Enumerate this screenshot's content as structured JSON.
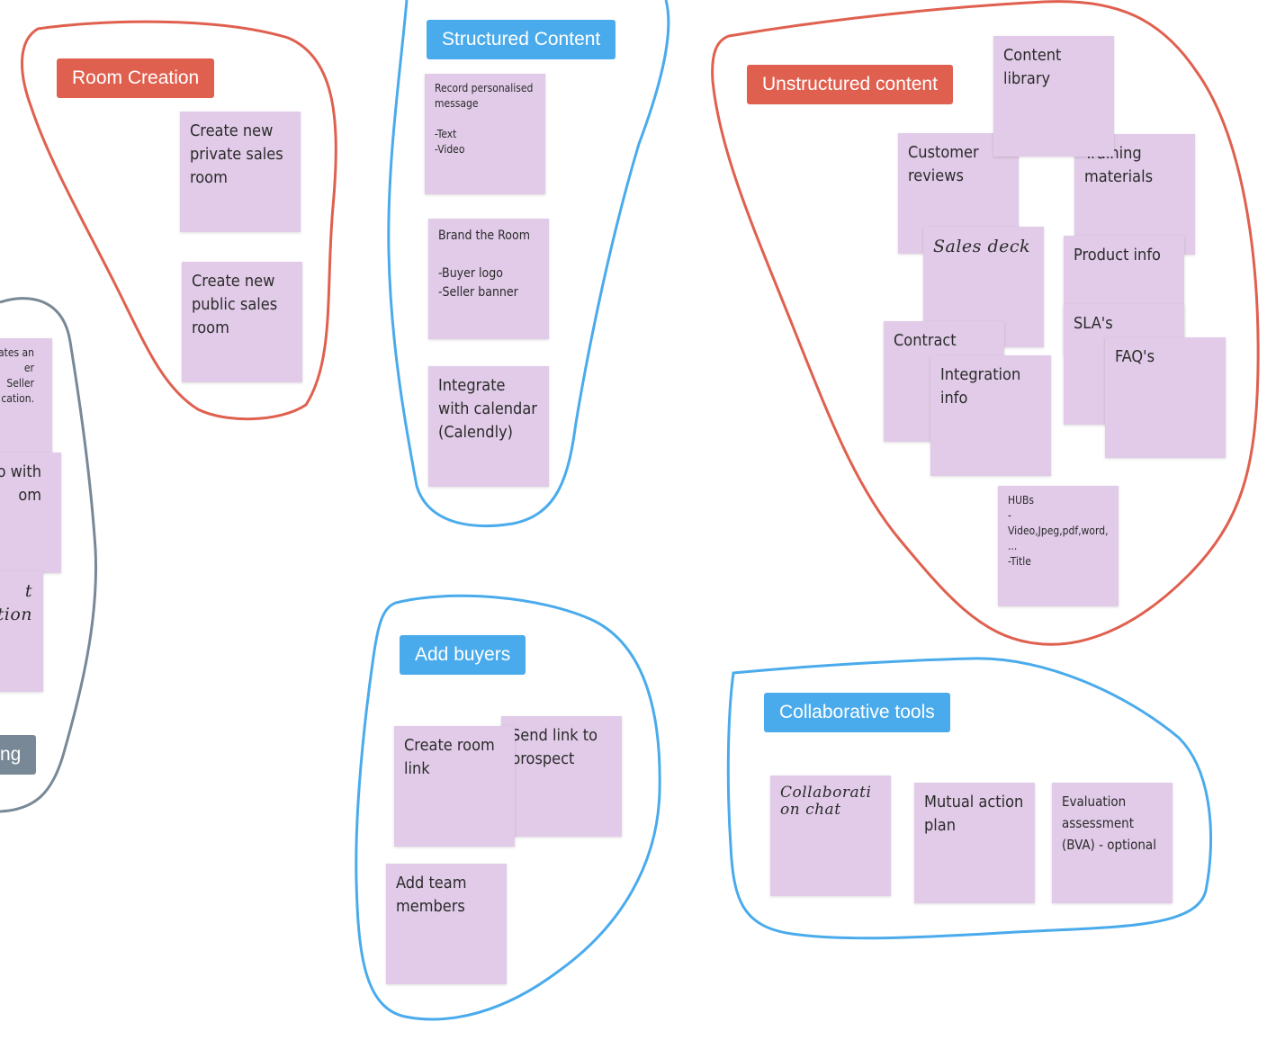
{
  "colors": {
    "red_outline": "#e0604f",
    "blue_outline": "#4aabec",
    "slate_outline": "#788896",
    "sticky_note": "#e1cbe8"
  },
  "labels": {
    "room_creation": "Room Creation",
    "structured_content": "Structured Content",
    "unstructured_content": "Unstructured content",
    "add_buyers": "Add buyers",
    "collaborative_tools": "Collaborative tools",
    "partial_left": "ng"
  },
  "notes": {
    "create_private_room": "Create new private sales room",
    "create_public_room": "Create new public sales room",
    "record_message": "Record personalised message\n\n-Text\n-Video",
    "brand_room": "Brand the Room\n\n-Buyer logo\n-Seller banner",
    "integrate_calendar": "Integrate with calendar (Calendly)",
    "content_library": "Content library",
    "customer_reviews": "Customer reviews",
    "training_materials": "Training materials",
    "sales_deck": "Sales deck",
    "product_info": "Product info",
    "contract": "Contract",
    "integration_info": "Integration info",
    "slas": "SLA's",
    "faqs": "FAQ's",
    "hubs": "HUBs\n-\nVideo,Jpeg,pdf,word,...\n-Title",
    "create_room_link": "Create room link",
    "send_link": "Send link to prospect",
    "add_team_members": "Add team members",
    "collaboration_chat": "Collaboration chat",
    "mutual_action_plan": "Mutual action plan",
    "evaluation_assessment": "Evaluation assessment (BVA) - optional",
    "partial_1": "ates an\ner\nSeller\ncation.",
    "partial_2": "o with\nom",
    "partial_3": "t\ntion"
  }
}
